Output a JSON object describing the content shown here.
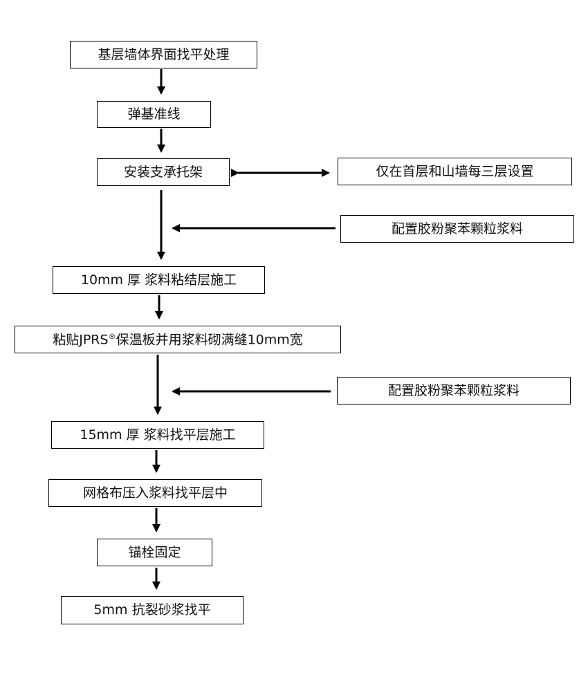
{
  "flowchart": {
    "steps": [
      {
        "id": "s1",
        "text": "基层墙体界面找平处理"
      },
      {
        "id": "s2",
        "text": "弹基准线"
      },
      {
        "id": "s3",
        "text": "安装支承托架"
      },
      {
        "id": "s4",
        "text": "10mm 厚 浆料粘结层施工"
      },
      {
        "id": "s5",
        "text_before": "粘贴JPRS",
        "superscript": "®",
        "text_after": "保温板并用浆料砌满缝10mm宽"
      },
      {
        "id": "s6",
        "text": "15mm 厚 浆料找平层施工"
      },
      {
        "id": "s7",
        "text": "网格布压入浆料找平层中"
      },
      {
        "id": "s8",
        "text": "锚栓固定"
      },
      {
        "id": "s9",
        "text": "5mm 抗裂砂浆找平"
      }
    ],
    "side_notes": [
      {
        "id": "n1",
        "text": "仅在首层和山墙每三层设置",
        "links_to": "s3",
        "arrow": "double"
      },
      {
        "id": "n2",
        "text": "配置胶粉聚苯颗粒浆料",
        "links_to": "s3-s4",
        "arrow": "single"
      },
      {
        "id": "n3",
        "text": "配置胶粉聚苯颗粒浆料",
        "links_to": "s5-s6",
        "arrow": "single"
      }
    ]
  }
}
